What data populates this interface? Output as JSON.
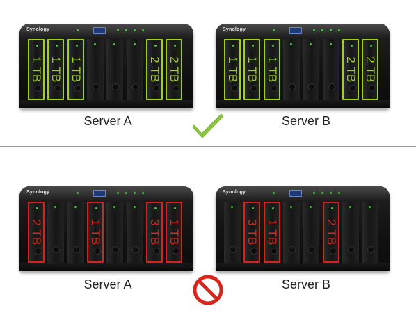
{
  "top_panel": {
    "server_a": {
      "label": "Server A",
      "brand": "Synology",
      "bays": [
        {
          "capacity": "1 TB",
          "state": "green"
        },
        {
          "capacity": "1 TB",
          "state": "green"
        },
        {
          "capacity": "1 TB",
          "state": "green"
        },
        {
          "capacity": "",
          "state": "empty"
        },
        {
          "capacity": "",
          "state": "empty"
        },
        {
          "capacity": "",
          "state": "empty"
        },
        {
          "capacity": "2 TB",
          "state": "green"
        },
        {
          "capacity": "2 TB",
          "state": "green"
        }
      ]
    },
    "server_b": {
      "label": "Server B",
      "brand": "Synology",
      "bays": [
        {
          "capacity": "1 TB",
          "state": "green"
        },
        {
          "capacity": "1 TB",
          "state": "green"
        },
        {
          "capacity": "1 TB",
          "state": "green"
        },
        {
          "capacity": "",
          "state": "empty"
        },
        {
          "capacity": "",
          "state": "empty"
        },
        {
          "capacity": "",
          "state": "empty"
        },
        {
          "capacity": "2 TB",
          "state": "green"
        },
        {
          "capacity": "2 TB",
          "state": "green"
        }
      ]
    },
    "verdict_icon": "checkmark-icon",
    "verdict_color": "#8cc63f"
  },
  "bottom_panel": {
    "server_a": {
      "label": "Server A",
      "brand": "Synology",
      "bays": [
        {
          "capacity": "2 TB",
          "state": "red"
        },
        {
          "capacity": "",
          "state": "empty"
        },
        {
          "capacity": "",
          "state": "empty"
        },
        {
          "capacity": "1 TB",
          "state": "red"
        },
        {
          "capacity": "",
          "state": "empty"
        },
        {
          "capacity": "",
          "state": "empty"
        },
        {
          "capacity": "3 TB",
          "state": "red"
        },
        {
          "capacity": "1 TB",
          "state": "red"
        }
      ]
    },
    "server_b": {
      "label": "Server B",
      "brand": "Synology",
      "bays": [
        {
          "capacity": "",
          "state": "empty"
        },
        {
          "capacity": "3 TB",
          "state": "red"
        },
        {
          "capacity": "1 TB",
          "state": "red"
        },
        {
          "capacity": "",
          "state": "empty"
        },
        {
          "capacity": "",
          "state": "empty"
        },
        {
          "capacity": "2 TB",
          "state": "red"
        },
        {
          "capacity": "",
          "state": "empty"
        },
        {
          "capacity": "",
          "state": "empty"
        }
      ]
    },
    "verdict_icon": "prohibited-icon",
    "verdict_color": "#d9261c"
  },
  "colors": {
    "valid_drive": "#9ed21a",
    "invalid_drive": "#d8231c",
    "divider": "#9a9a9a"
  }
}
